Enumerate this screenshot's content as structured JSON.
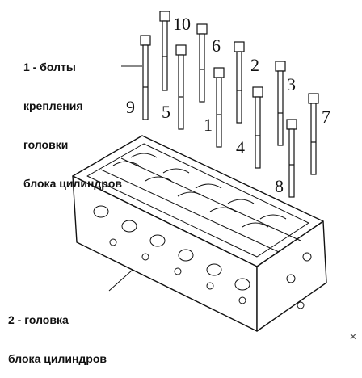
{
  "legend_bolts": [
    "1 - болты",
    "крепления",
    "головки",
    "блока цилиндров"
  ],
  "legend_head": [
    "2 - головка",
    "блока цилиндров"
  ],
  "bolt_numbers": [
    "1",
    "2",
    "3",
    "4",
    "5",
    "6",
    "7",
    "8",
    "9",
    "10"
  ],
  "watermark_icon": "close-icon",
  "colors": {
    "line": "#111111",
    "background": "#ffffff"
  }
}
